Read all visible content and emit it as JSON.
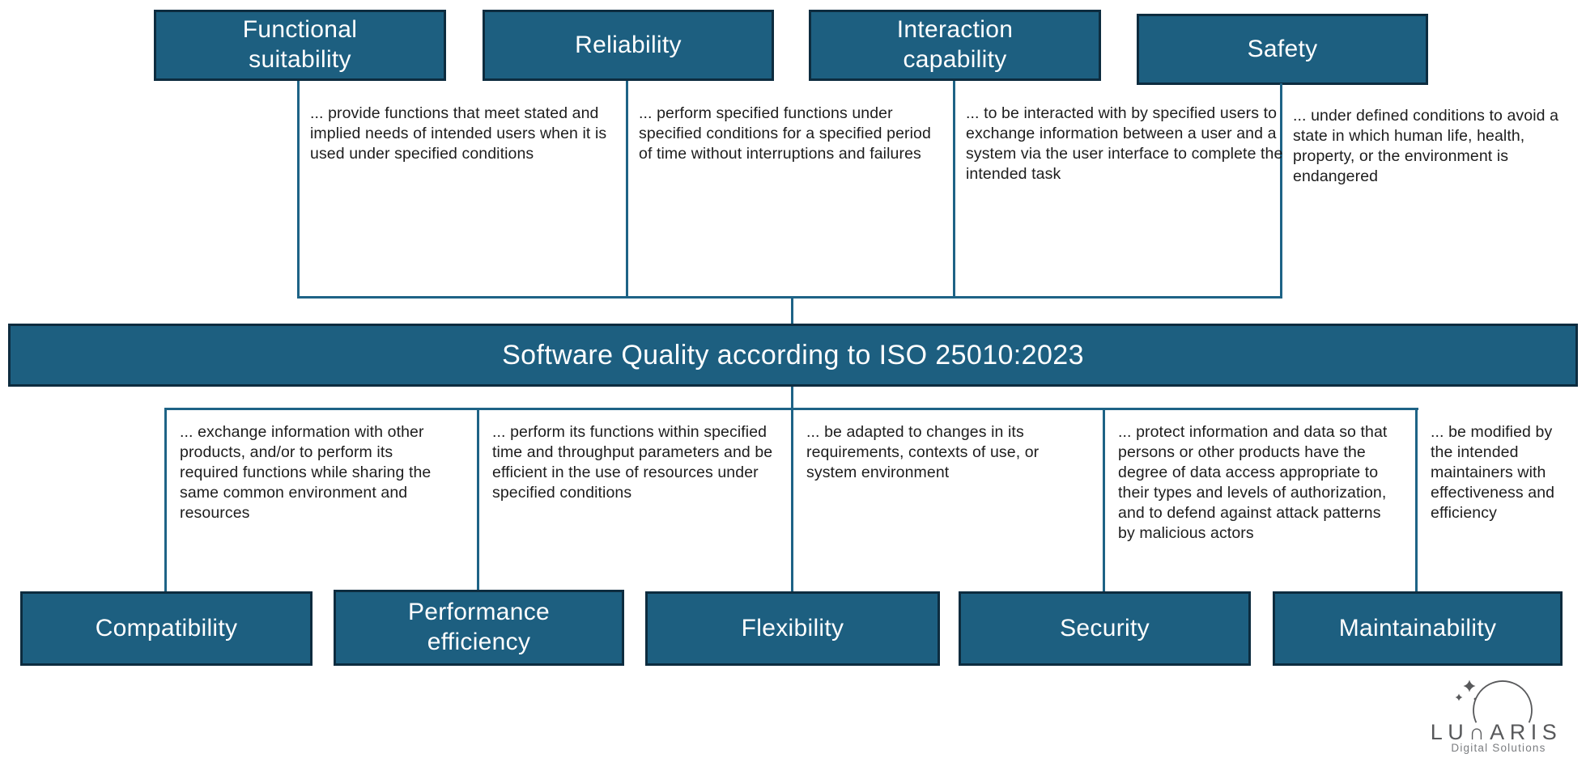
{
  "diagram": {
    "title": "Software Quality according to ISO 25010:2023"
  },
  "top_branches": [
    {
      "label": "Functional suitability",
      "description": "... provide functions that meet stated and implied needs of intended users when it is used under specified conditions"
    },
    {
      "label": "Reliability",
      "description": "... perform specified functions under specified conditions for a specified period of time without interruptions and failures"
    },
    {
      "label": "Interaction capability",
      "description": "... to be interacted with by specified users to exchange information between a user and a system via the user interface to complete the intended task"
    },
    {
      "label": "Safety",
      "description": "... under defined conditions to avoid a state in which human life, health, property, or the environment is endangered"
    }
  ],
  "bottom_branches": [
    {
      "label": "Compatibility",
      "description": "... exchange information with other products, and/or to perform its required functions while sharing the same common environment and resources"
    },
    {
      "label": "Performance efficiency",
      "description": "... perform its functions within specified time and throughput parameters and be efficient in the use of resources under specified conditions"
    },
    {
      "label": "Flexibility",
      "description": "... be adapted to changes in its requirements, contexts of use, or system environment"
    },
    {
      "label": "Security",
      "description": "... protect information and data so that persons or other products have the degree of data access appropriate to their types and levels of authorization, and to defend against attack patterns by malicious actors"
    },
    {
      "label": "Maintainability",
      "description": "... be modified by the intended maintainers with effectiveness and efficiency"
    }
  ],
  "logo": {
    "wordmark": "LU∩ARIS",
    "tagline": "Digital Solutions"
  },
  "colors": {
    "box_fill": "#1d5f80",
    "box_border": "#0d2c3f",
    "connector": "#1e6386",
    "description_text": "#1d1d1d",
    "box_text": "#ffffff",
    "logo_gray": "#58595b",
    "logo_gray_light": "#7b7d80",
    "background": "#ffffff"
  }
}
